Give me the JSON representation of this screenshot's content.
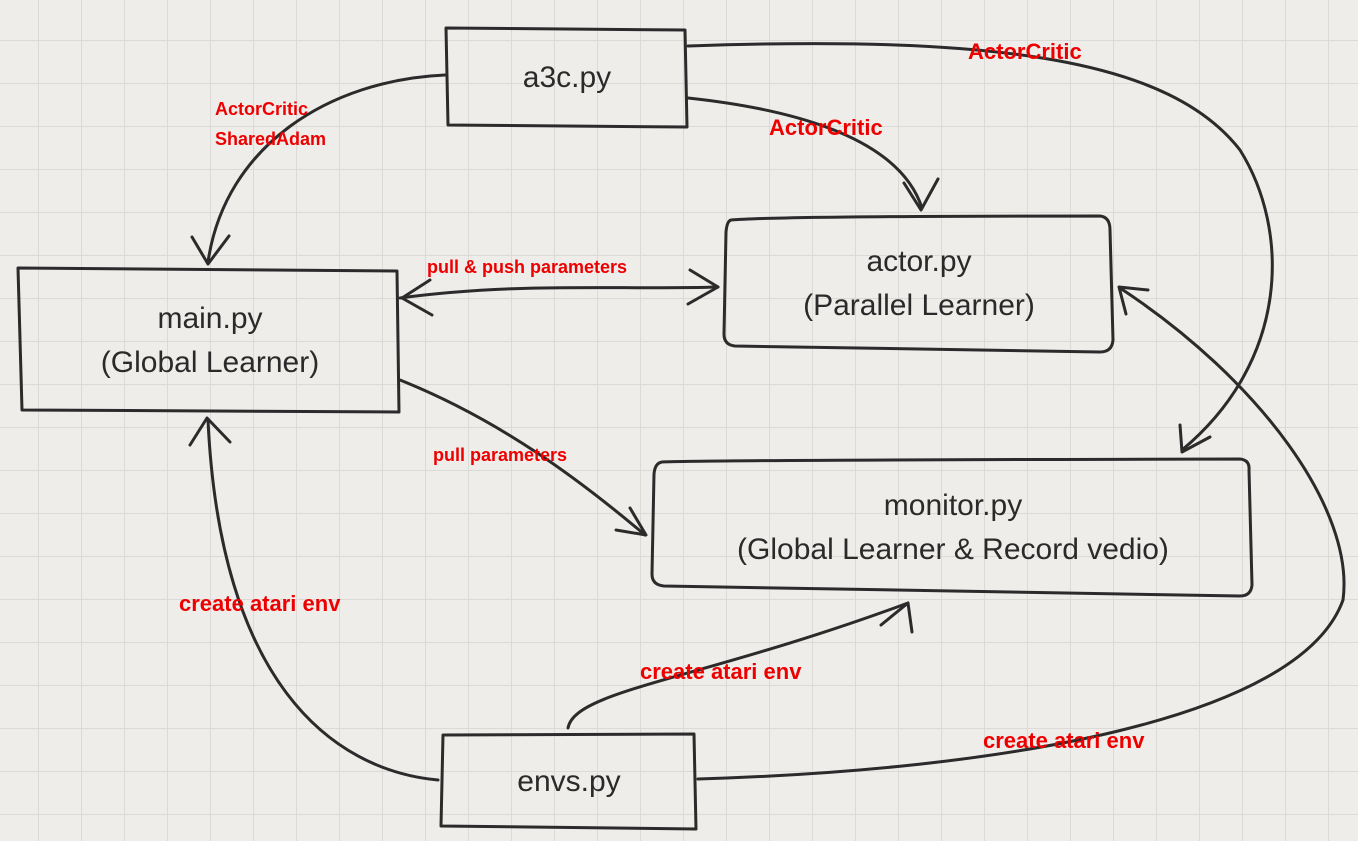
{
  "nodes": {
    "a3c": {
      "label": "a3c.py"
    },
    "main": {
      "label": "main.py",
      "sub": "(Global Learner)"
    },
    "actor": {
      "label": "actor.py",
      "sub": "(Parallel Learner)"
    },
    "monitor": {
      "label": "monitor.py",
      "sub": "(Global Learner & Record vedio)"
    },
    "envs": {
      "label": "envs.py"
    }
  },
  "edges": {
    "a3c_to_main": {
      "label_1": "ActorCritic",
      "label_2": "SharedAdam"
    },
    "a3c_to_actor": {
      "label": "ActorCritic"
    },
    "a3c_to_monitor": {
      "label": "ActorCritic"
    },
    "main_actor": {
      "label": "pull & push parameters"
    },
    "main_to_monitor": {
      "label": "pull parameters"
    },
    "envs_to_main": {
      "label": "create atari env"
    },
    "envs_to_monitor": {
      "label": "create atari env"
    },
    "envs_to_actor": {
      "label": "create atari env"
    }
  },
  "colors": {
    "line": "#2b2b2b",
    "edge_label": "#ee0000",
    "background": "#efedea",
    "grid": "#dcdad6"
  }
}
